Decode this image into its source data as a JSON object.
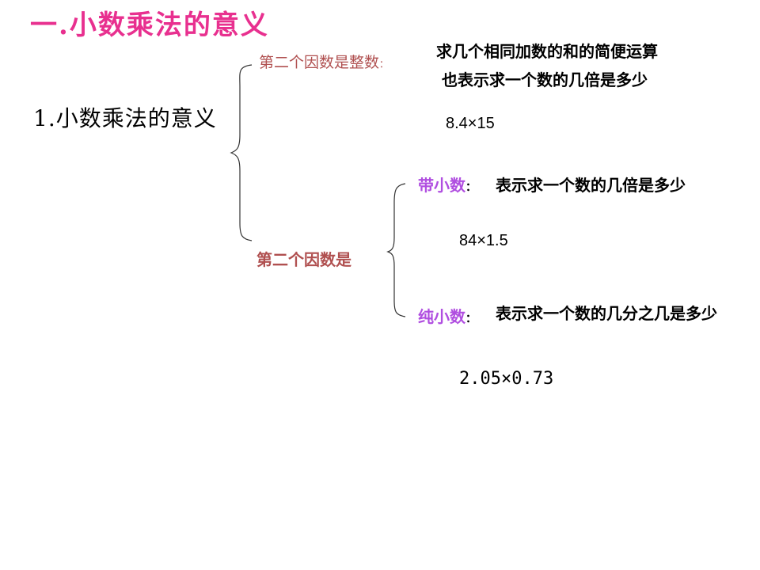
{
  "title": "一.小数乘法的意义",
  "main_label": "1.小数乘法的意义",
  "branches": {
    "integer": {
      "label": "第二个因数是整数",
      "colon": "：",
      "desc1": "求几个相同加数的和的简便运算",
      "desc2": "也表示求一个数的几倍是多少",
      "example": "8.4×15"
    },
    "decimal": {
      "label": "第二个因数是",
      "mixed": {
        "label": "带小数",
        "colon": "：",
        "desc": "表示求一个数的几倍是多少",
        "example": "84×1.5"
      },
      "pure": {
        "label": "纯小数",
        "colon": "：",
        "desc": "表示求一个数的几分之几是多少",
        "example": "2.05×0.73"
      }
    }
  },
  "colors": {
    "title": "#e8308f",
    "branch": "#b05050",
    "sub": "#b04ee0",
    "brace": "#333333"
  }
}
